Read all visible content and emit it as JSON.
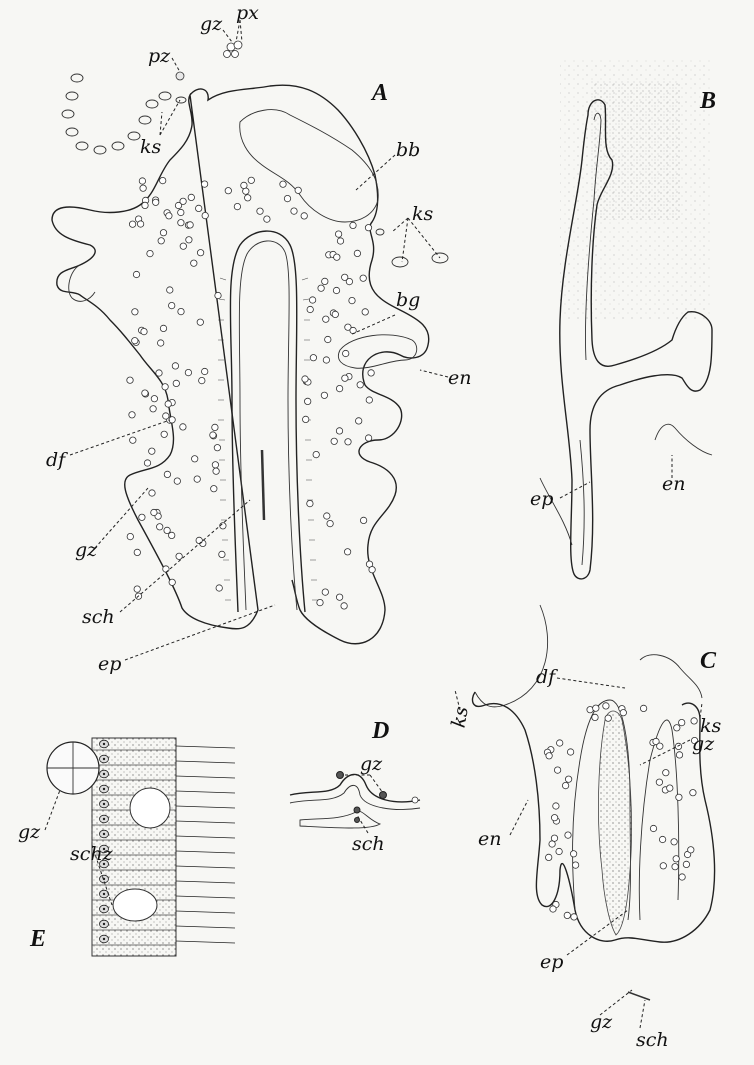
{
  "figures": {
    "A": "A",
    "B": "B",
    "C": "C",
    "D": "D",
    "E": "E"
  },
  "labels": {
    "A": {
      "px": "px",
      "gz_top": "gz",
      "pz": "pz",
      "ks_left": "ks",
      "bb": "bb",
      "ks_right": "ks",
      "bg": "bg",
      "en": "en",
      "df": "df",
      "gz_bottom": "gz",
      "sch": "sch",
      "ep": "ep"
    },
    "B": {
      "ep": "ep",
      "en": "en"
    },
    "C": {
      "df": "df",
      "ks_left": "ks",
      "ks_right": "ks",
      "en": "en",
      "gz_right": "gz",
      "ep": "ep",
      "gz_bottom": "gz",
      "sch": "sch"
    },
    "D": {
      "gz": "gz",
      "sch": "sch"
    },
    "E": {
      "gz": "gz",
      "schz": "schz"
    }
  }
}
